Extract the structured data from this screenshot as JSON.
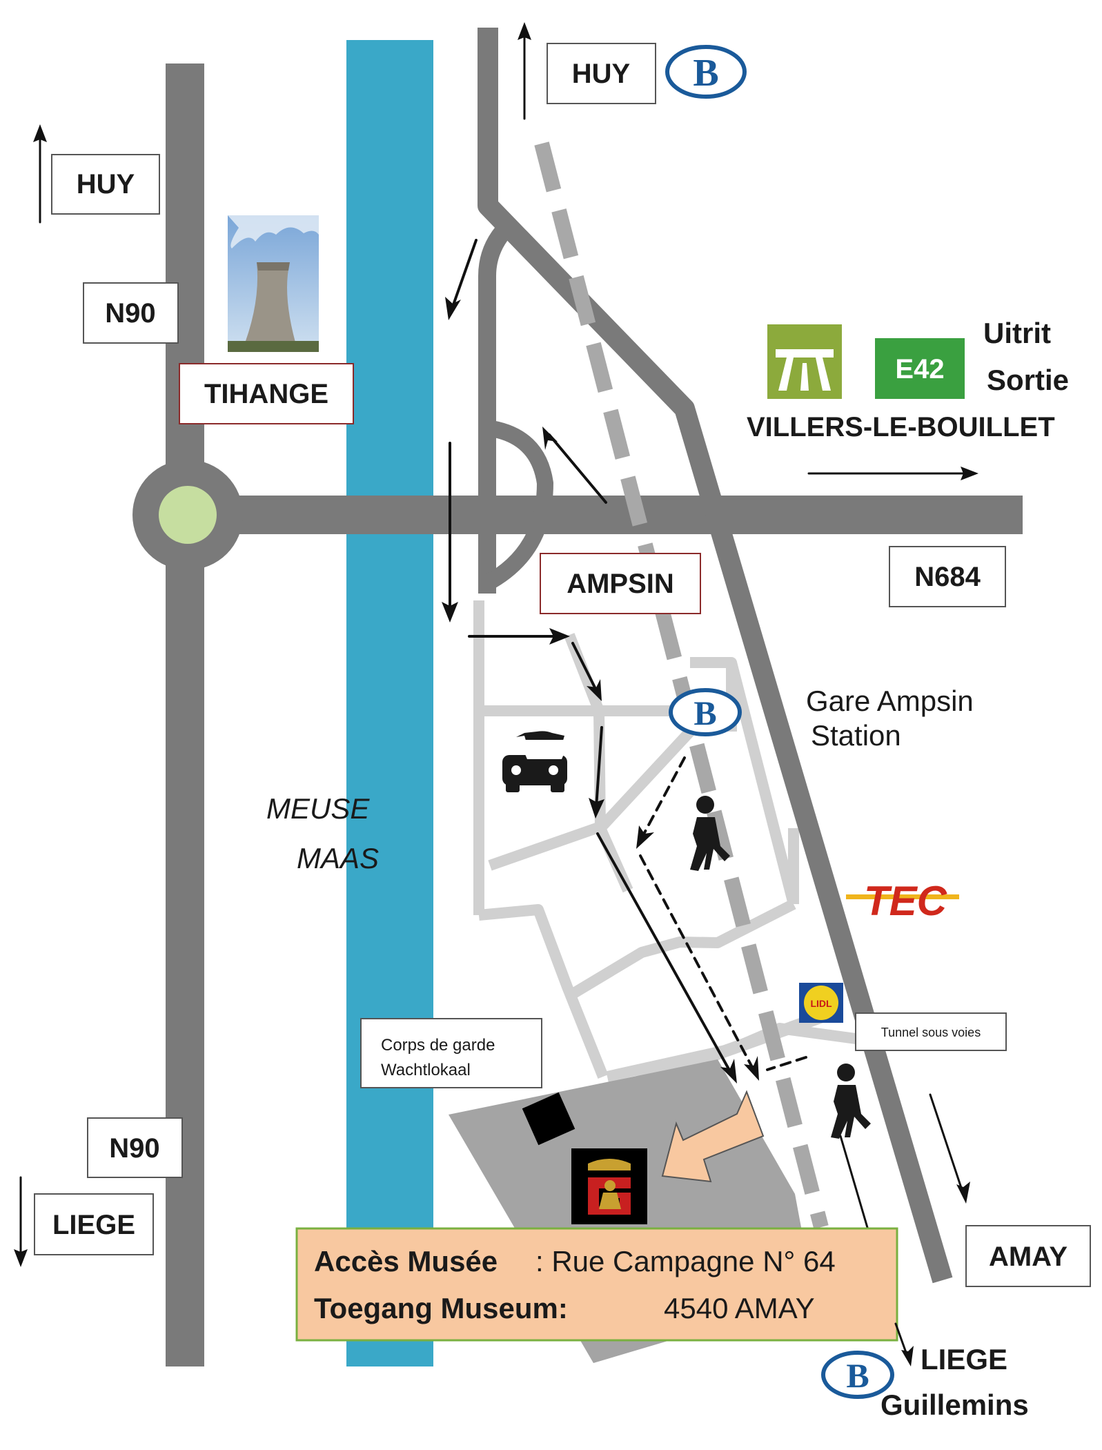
{
  "signs": {
    "huy_top": "HUY",
    "huy_left": "HUY",
    "n90_top": "N90",
    "tihange": "TIHANGE",
    "uitrit": "Uitrit",
    "sortie": "Sortie",
    "e42": "E42",
    "villers": "VILLERS-LE-BOUILLET",
    "n684": "N684",
    "ampsin": "AMPSIN",
    "gare_line1": "Gare Ampsin",
    "gare_line2": "Station",
    "meuse": "MEUSE",
    "maas": "MAAS",
    "tec": "TEC",
    "corps_line1": "Corps de garde",
    "corps_line2": "Wachtlokaal",
    "tunnel": "Tunnel sous voies",
    "n90_bottom": "N90",
    "liege_left": "LIEGE",
    "amay": "AMAY",
    "liege_bottom": "LIEGE",
    "guillemins": "Guillemins",
    "lidl": "LIDL",
    "sncb_letter": "B"
  },
  "access": {
    "label_fr": "Accès Musée",
    "value_fr": ": Rue Campagne N° 64",
    "label_nl": "Toegang Museum:",
    "value_nl": "4540 AMAY"
  },
  "colors": {
    "river": "#3aa8c8",
    "road": "#7a7a7a",
    "light_road": "#d0d0d0",
    "rail": "#a8a8a8",
    "roundabout_center": "#c6dea0",
    "highway_green": "#8caa3c",
    "e42_green": "#3aa040",
    "access_bg": "#f8c8a0",
    "access_border": "#7ab040",
    "pointer_arrow": "#f8c8a0",
    "sncb_blue": "#1a5a9a",
    "tec_red": "#d0281c",
    "tec_yellow": "#f0b41c",
    "museum_red": "#c82020"
  },
  "icons": [
    "highway-icon",
    "sncb-logo-icon",
    "car-icon",
    "pedestrian-icon",
    "tec-logo-icon",
    "lidl-logo-icon",
    "museum-logo-icon",
    "cooling-tower-icon",
    "direction-arrow-icon"
  ]
}
